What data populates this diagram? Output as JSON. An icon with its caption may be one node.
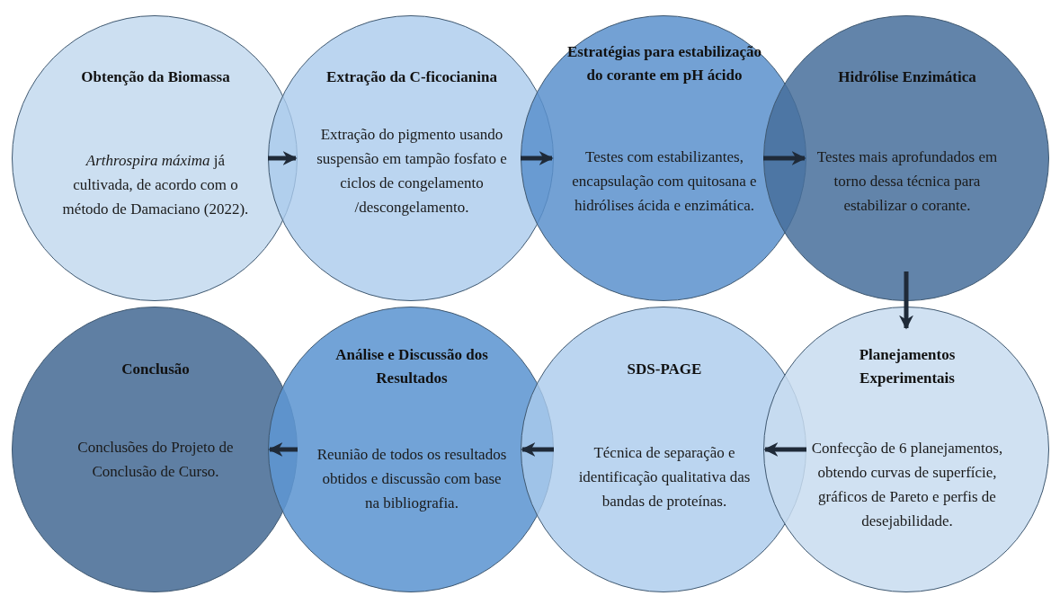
{
  "diagram": {
    "nodes": [
      {
        "text": [
          "Obtenção da Biomassa",
          "*Arthrospira máxima* já cultivada, de acordo com o método de Damaciano (2022)."
        ]
      },
      {
        "text": [
          "Extração da C-ficocianina",
          "Extração do pigmento usando suspensão em tampão fosfato e ciclos de congelamento /descongelamento."
        ]
      },
      {
        "text": [
          "Estratégias para estabilização do corante em pH ácido",
          "Testes com estabilizantes, encapsulação com quitosana e hidrólises ácida e enzimática."
        ]
      },
      {
        "text": [
          "Hidrólise Enzimática",
          "Testes mais aprofundados em torno dessa técnica para estabilizar o corante."
        ]
      },
      {
        "text": [
          "Conclusão",
          "Conclusões do Projeto de Conclusão de Curso."
        ]
      },
      {
        "text": [
          "Análise e Discussão dos Resultados",
          "Reunião de todos os resultados obtidos e discussão com base na bibliografia."
        ]
      },
      {
        "text": [
          "SDS-PAGE",
          "Técnica de separação e identificação qualitativa das bandas de proteínas."
        ]
      },
      {
        "text": [
          "Planejamentos Experimentais",
          "Confecção de 6 planejamentos, obtendo curvas de superfície, gráficos de Pareto e perfis de desejabilidade."
        ]
      }
    ],
    "edges": [
      {
        "from": 0,
        "to": 1,
        "arrow": "to"
      },
      {
        "from": 1,
        "to": 2,
        "arrow": "to"
      },
      {
        "from": 2,
        "to": 3,
        "arrow": "to"
      },
      {
        "from": 3,
        "to": 7,
        "arrow": "to"
      },
      {
        "from": 7,
        "to": 6,
        "arrow": "to"
      },
      {
        "from": 6,
        "to": 5,
        "arrow": "to"
      },
      {
        "from": 5,
        "to": 4,
        "arrow": "to"
      }
    ]
  }
}
